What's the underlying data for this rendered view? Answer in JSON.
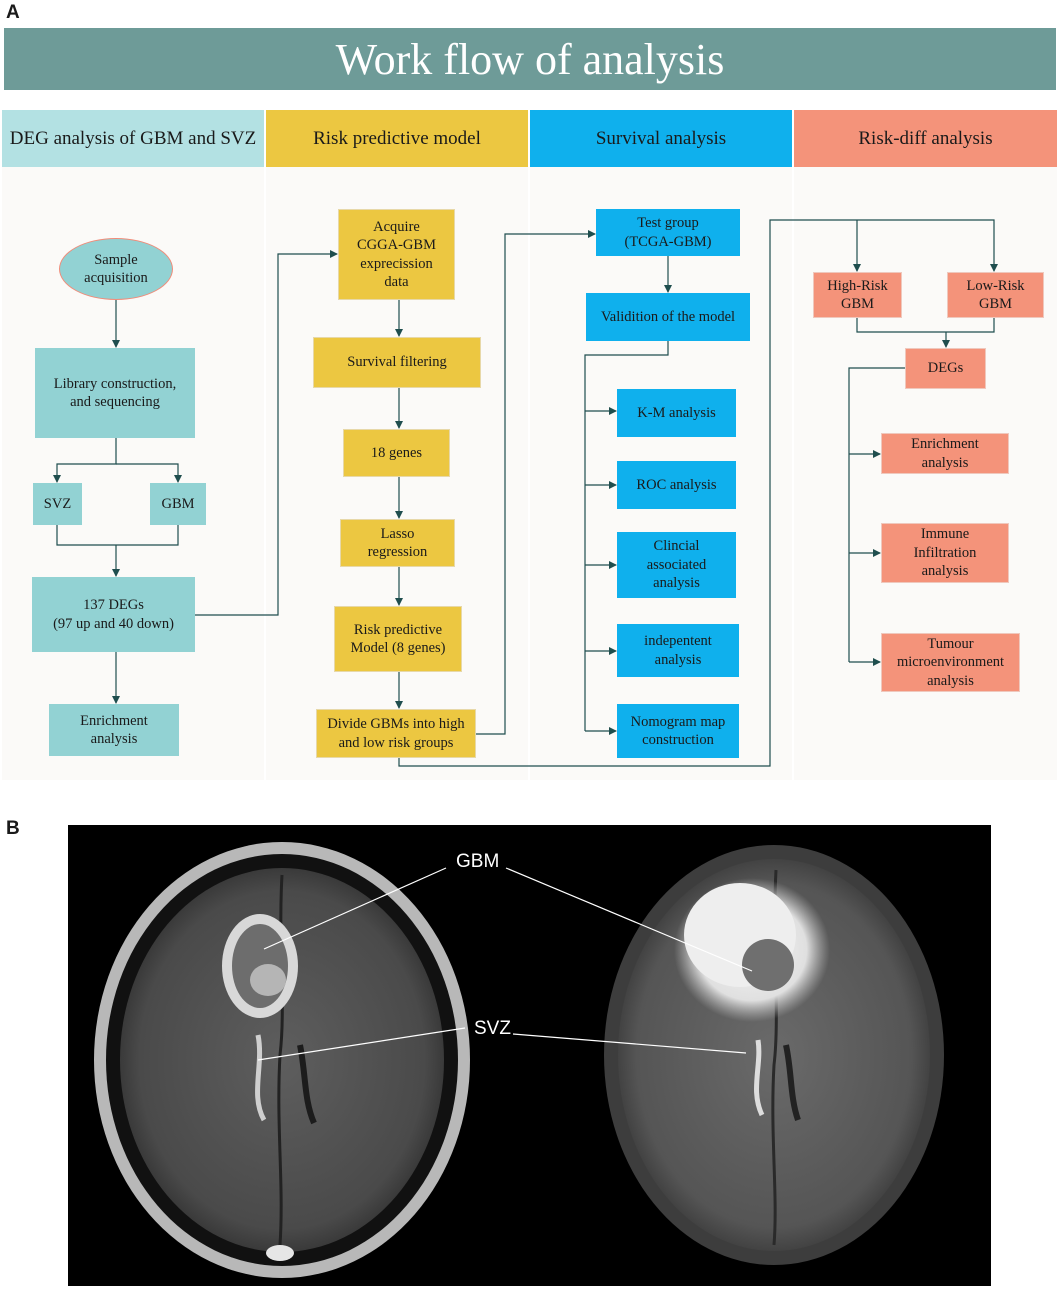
{
  "panels": {
    "a": "A",
    "b": "B"
  },
  "title": "Work flow of analysis",
  "columns": [
    {
      "header": "DEG analysis of GBM and SVZ",
      "color": "#92d2d3"
    },
    {
      "header": "Risk predictive model",
      "color": "#ecc741"
    },
    {
      "header": "Survival analysis",
      "color": "#0fb0ed"
    },
    {
      "header": "Risk-diff analysis",
      "color": "#f4937a"
    }
  ],
  "deg": {
    "sample": "Sample\nacquisition",
    "library": "Library construction,\nand sequencing",
    "svz": "SVZ",
    "gbm": "GBM",
    "degs": "137 DEGs\n(97 up and 40 down)",
    "enrich": "Enrichment\nanalysis"
  },
  "risk": {
    "acquire": "Acquire\nCGGA-GBM\nexprecission\ndata",
    "survival": "Survival filtering",
    "genes": "18 genes",
    "lasso": "Lasso\nregression",
    "model": "Risk predictive\nModel (8 genes)",
    "divide": "Divide GBMs into high\nand low risk groups"
  },
  "surv": {
    "test": "Test group\n(TCGA-GBM)",
    "valid": "Validition of the model",
    "km": "K-M analysis",
    "roc": "ROC analysis",
    "clin": "Clincial\nassociated\nanalysis",
    "indep": "indepentent\nanalysis",
    "nomo": "Nomogram map\nconstruction"
  },
  "diff": {
    "high": "High-Risk\nGBM",
    "low": "Low-Risk\nGBM",
    "degs": "DEGs",
    "enrich": "Enrichment\nanalysis",
    "immune": "Immune\nInfiltration\nanalysis",
    "tumour": "Tumour\nmicroenvironment\nanalysis"
  },
  "mri": {
    "gbm_label": "GBM",
    "svz_label": "SVZ"
  },
  "colors": {
    "banner": "#6e9b98",
    "line": "#1f4e4e"
  }
}
